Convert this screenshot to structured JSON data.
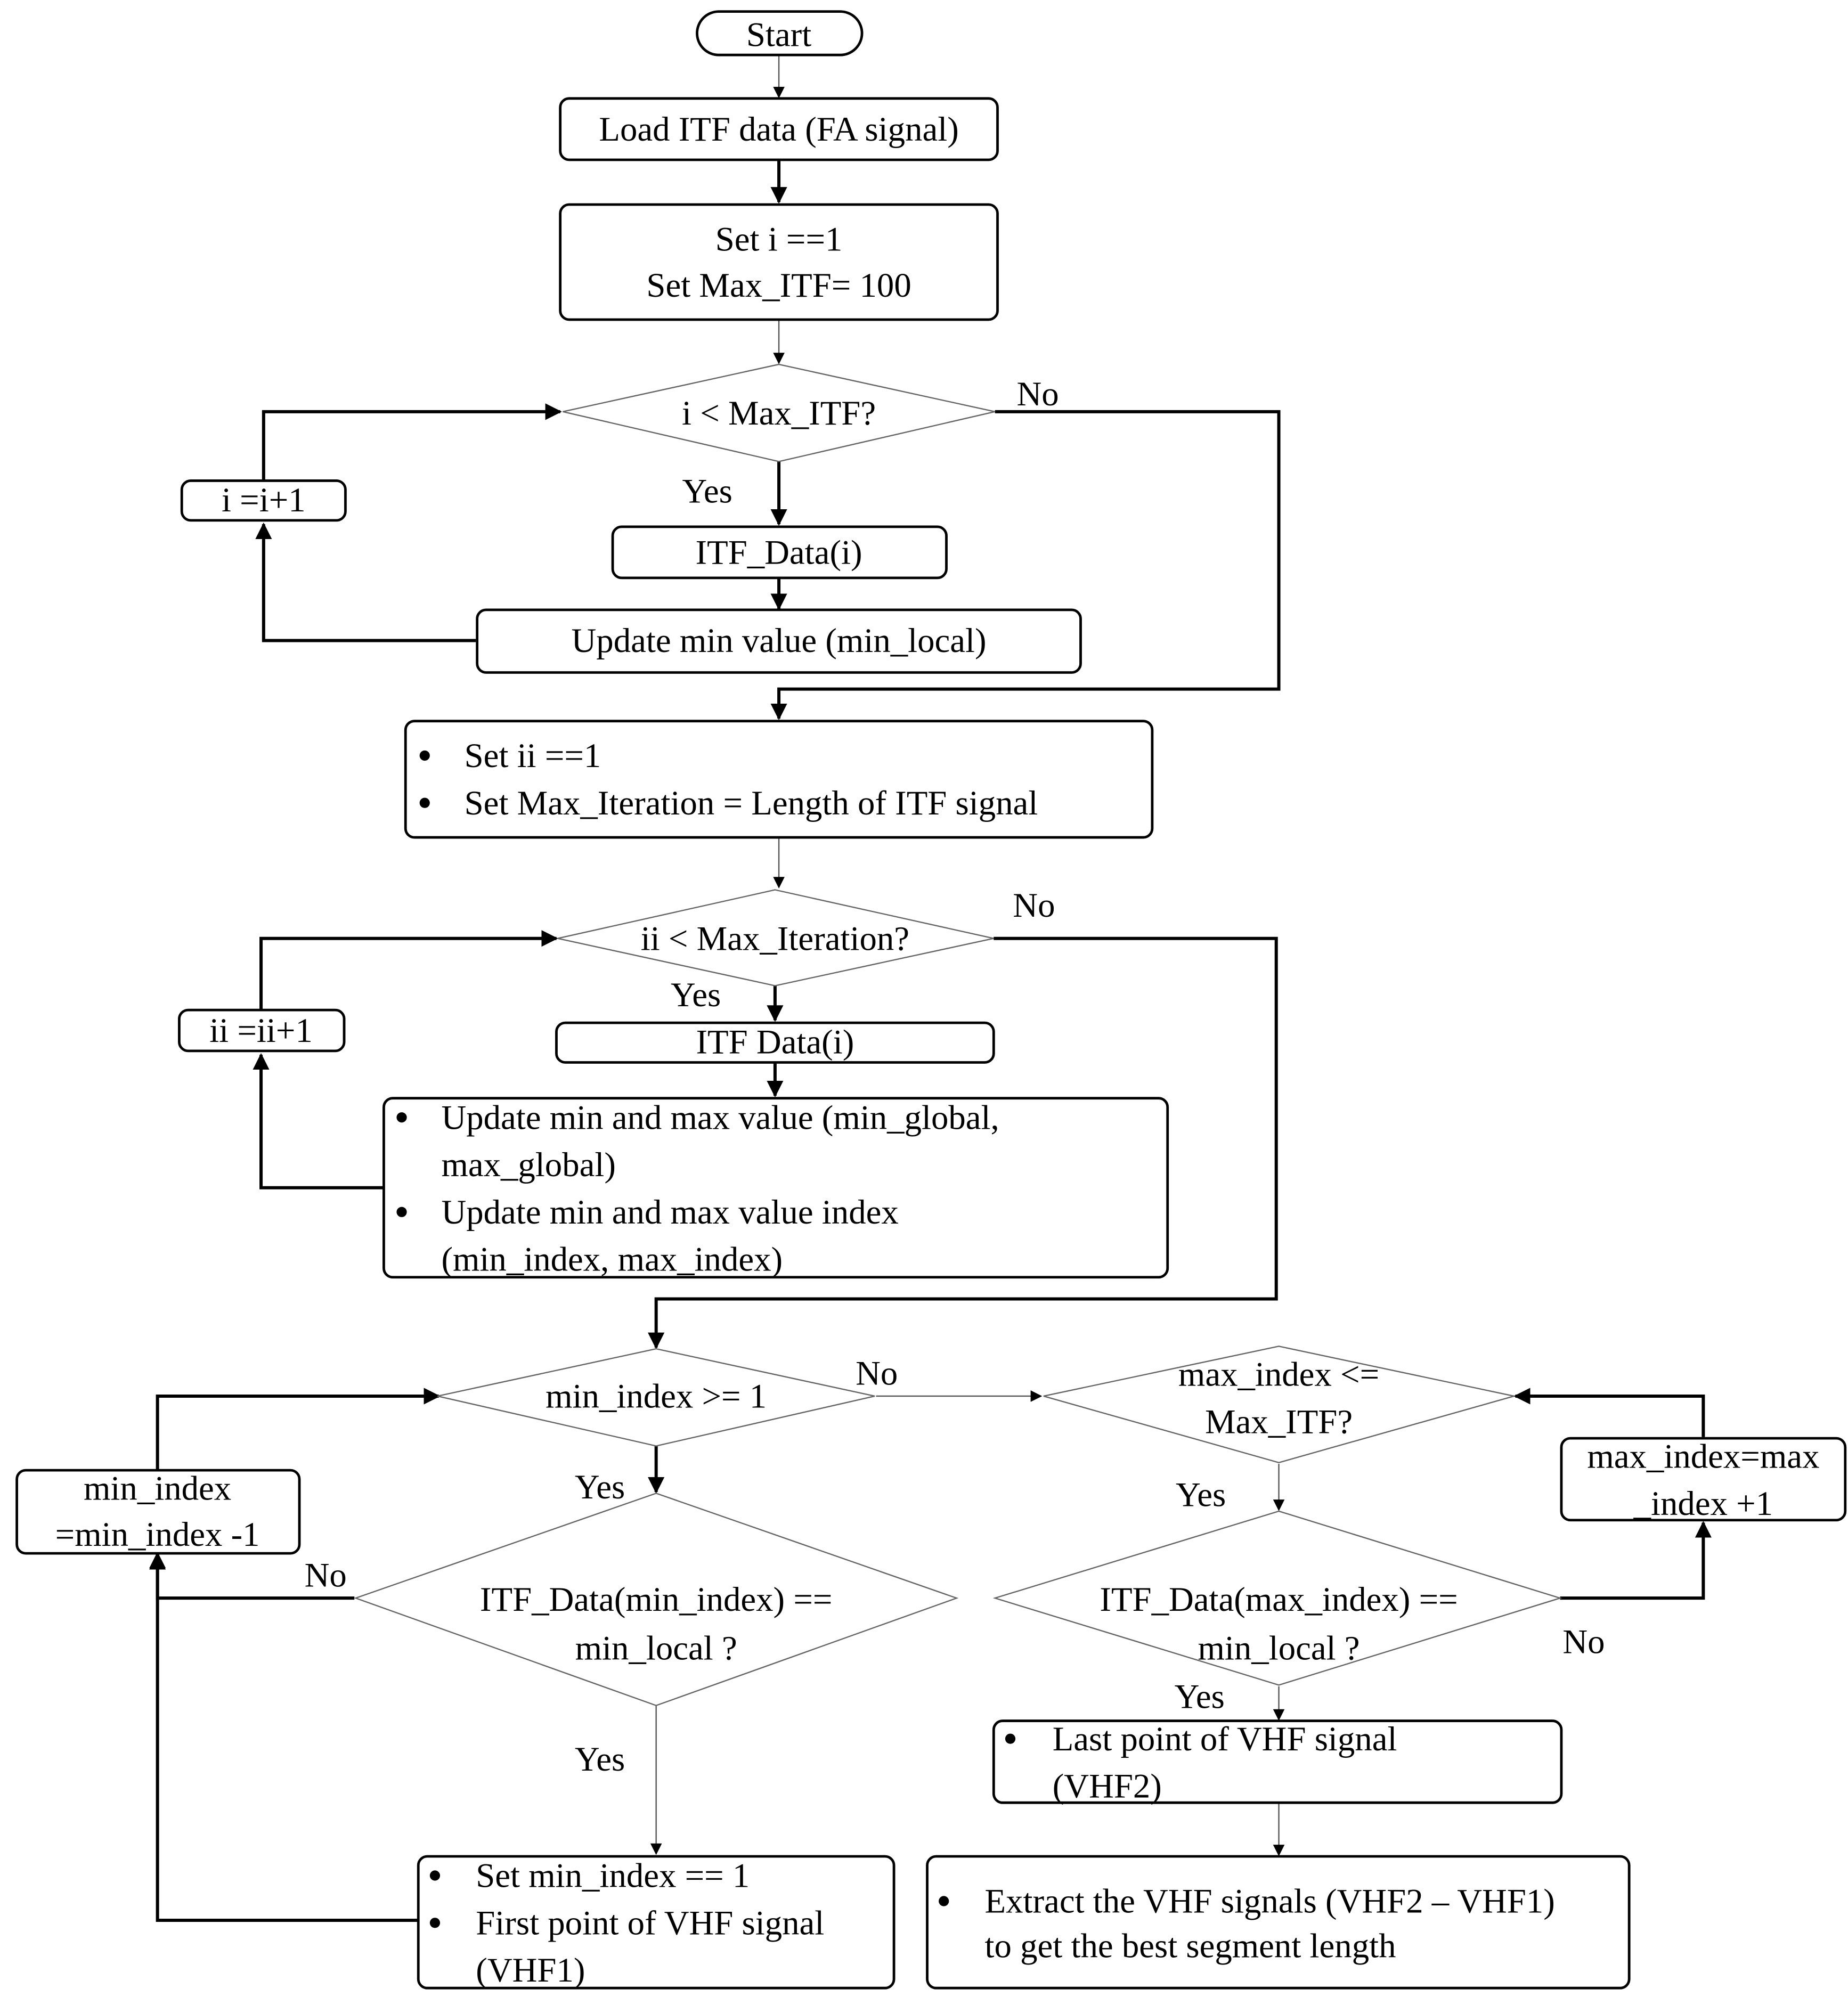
{
  "nodes": {
    "start": "Start",
    "load": "Load ITF data (FA signal)",
    "set_i": [
      "Set i ==1",
      "Set Max_ITF= 100"
    ],
    "cond_i": "i < Max_ITF?",
    "inc_i": "i =i+1",
    "itf_data_1": "ITF_Data(i)",
    "update_min": "Update min value (min_local)",
    "set_ii": [
      "Set ii ==1",
      "Set Max_Iteration = Length of ITF signal"
    ],
    "cond_ii": "ii < Max_Iteration?",
    "inc_ii": "ii =ii+1",
    "itf_data_2": "ITF  Data(i)",
    "update_minmax": [
      "Update min and max value (min_global,",
      "max_global)",
      "Update min and max value index",
      "(min_index, max_index)"
    ],
    "cond_min_index": "min_index >= 1",
    "dec_min_index": [
      "min_index",
      "=min_index -1"
    ],
    "cond_min_eq": [
      "ITF_Data(min_index) ==",
      "min_local ?"
    ],
    "set_min_index": [
      "Set min_index == 1",
      "First point of VHF signal",
      "(VHF1)"
    ],
    "cond_max_index": [
      "max_index <=",
      "Max_ITF?"
    ],
    "inc_max_index": [
      "max_index=max",
      "_index +1"
    ],
    "cond_max_eq": [
      "ITF_Data(max_index) ==",
      "min_local ?"
    ],
    "last_point": [
      "Last point of VHF signal",
      "(VHF2)"
    ],
    "extract": [
      "Extract the VHF signals (VHF2 – VHF1)",
      "to get the best segment length"
    ]
  },
  "labels": {
    "yes": "Yes",
    "no": "No"
  }
}
